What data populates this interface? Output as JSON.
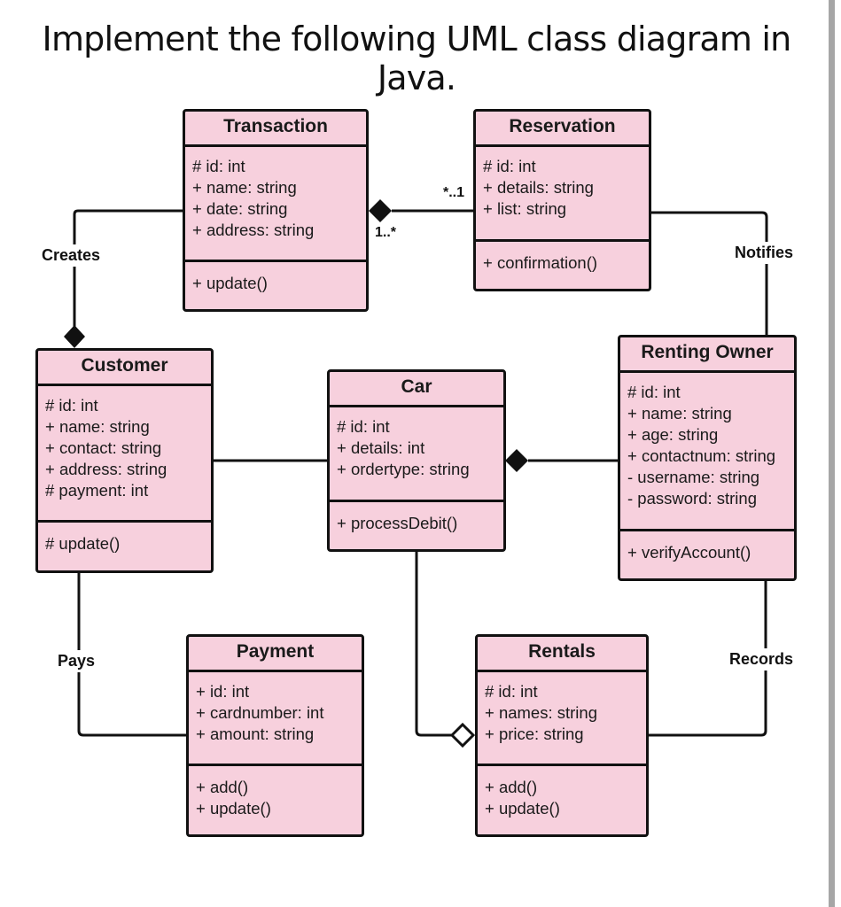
{
  "title": "Implement the following UML class diagram in Java.",
  "classes": {
    "transaction": {
      "name": "Transaction",
      "attributes": [
        "# id: int",
        "+ name: string",
        "+ date: string",
        "+ address: string"
      ],
      "operations": [
        "+ update()"
      ]
    },
    "reservation": {
      "name": "Reservation",
      "attributes": [
        "# id: int",
        "+ details: string",
        "+ list: string"
      ],
      "operations": [
        "+ confirmation()"
      ]
    },
    "customer": {
      "name": "Customer",
      "attributes": [
        "# id: int",
        "+ name: string",
        "+ contact: string",
        "+ address: string",
        "# payment: int"
      ],
      "operations": [
        "# update()"
      ]
    },
    "car": {
      "name": "Car",
      "attributes": [
        "# id: int",
        "+ details: int",
        "+ ordertype: string"
      ],
      "operations": [
        "+ processDebit()"
      ]
    },
    "renting_owner": {
      "name": "Renting Owner",
      "attributes": [
        "# id: int",
        "+ name: string",
        "+ age: string",
        "+ contactnum: string",
        "- username: string",
        "- password: string"
      ],
      "operations": [
        "+ verifyAccount()"
      ]
    },
    "payment": {
      "name": "Payment",
      "attributes": [
        "+ id: int",
        "+ cardnumber: int",
        "+ amount: string"
      ],
      "operations": [
        "+ add()",
        "+ update()"
      ]
    },
    "rentals": {
      "name": "Rentals",
      "attributes": [
        "# id: int",
        "+ names: string",
        "+ price: string"
      ],
      "operations": [
        "+ add()",
        "+ update()"
      ]
    }
  },
  "relationships": {
    "creates": {
      "label": "Creates",
      "from": "Customer",
      "to": "Transaction",
      "type": "composition"
    },
    "transaction_reservation": {
      "from": "Transaction",
      "to": "Reservation",
      "type": "composition",
      "mult_transaction": "1..*",
      "mult_reservation": "*..1"
    },
    "notifies": {
      "label": "Notifies",
      "from": "Reservation",
      "to": "Renting Owner",
      "type": "association"
    },
    "customer_car": {
      "from": "Customer",
      "to": "Car",
      "type": "association"
    },
    "car_owner": {
      "from": "Car",
      "to": "Renting Owner",
      "type": "composition"
    },
    "pays": {
      "label": "Pays",
      "from": "Customer",
      "to": "Payment",
      "type": "association"
    },
    "car_rentals": {
      "from": "Car",
      "to": "Rentals",
      "type": "aggregation"
    },
    "records": {
      "label": "Records",
      "from": "Renting Owner",
      "to": "Rentals",
      "type": "association"
    }
  },
  "colors": {
    "class_fill": "#f7d0dd",
    "stroke": "#111111",
    "scrollbar": "#a6a6a6"
  }
}
